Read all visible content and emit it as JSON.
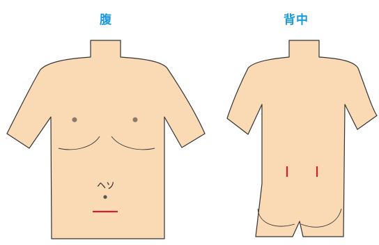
{
  "panels": {
    "front": {
      "title": "腹",
      "navel_label": "ヘソ"
    },
    "back": {
      "title": "背中"
    }
  },
  "colors": {
    "title": "#1a9ad8",
    "skin": "#fad9b5",
    "outline": "#333333",
    "nipple": "#8a7a6a",
    "incision": "#d41e27"
  },
  "incision_marks": {
    "front": 1,
    "back": 2
  }
}
